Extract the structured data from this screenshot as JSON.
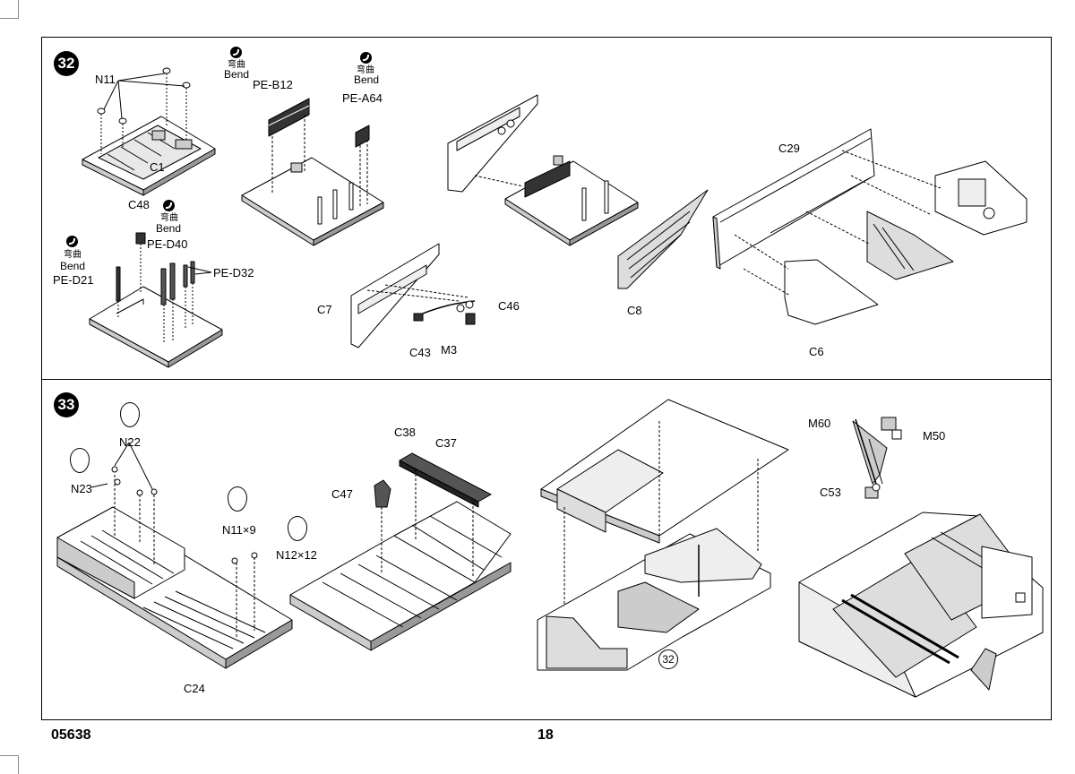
{
  "document": {
    "catalog_number": "05638",
    "page_number": "18"
  },
  "step32": {
    "number": "32",
    "labels": {
      "n11": "N11",
      "c1": "C1",
      "bend_cn": "弯曲",
      "bend_en": "Bend",
      "pe_b12": "PE-B12",
      "pe_a64": "PE-A64",
      "c48": "C48",
      "pe_d40": "PE-D40",
      "pe_d21": "PE-D21",
      "pe_d32": "PE-D32",
      "c7": "C7",
      "c43": "C43",
      "m3": "M3",
      "c46": "C46",
      "c8": "C8",
      "c29": "C29",
      "c6": "C6"
    }
  },
  "step33": {
    "number": "33",
    "labels": {
      "n22": "N22",
      "n23": "N23",
      "n11x9": "N11×9",
      "n12x12": "N12×12",
      "c24": "C24",
      "c47": "C47",
      "c38": "C38",
      "c37": "C37",
      "ref32": "32",
      "m60": "M60",
      "m50": "M50",
      "c53": "C53"
    }
  },
  "colors": {
    "line": "#000000",
    "fill": "#ffffff",
    "shade": "#cfcfcf",
    "dark": "#333333"
  }
}
